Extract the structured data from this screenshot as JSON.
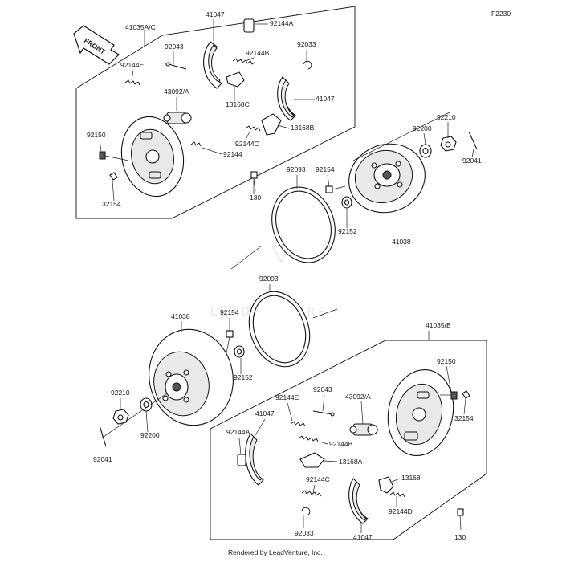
{
  "diagram_code": "F2230",
  "front_label": "FRONT",
  "footer": "Rendered by LeadVenture, Inc.",
  "watermark": "LEADVENTURE",
  "callouts": [
    {
      "id": "t41035AC",
      "text": "41035A/C"
    },
    {
      "id": "t41047a",
      "text": "41047"
    },
    {
      "id": "t92144A1",
      "text": "92144A"
    },
    {
      "id": "t92043a",
      "text": "92043"
    },
    {
      "id": "t92033a",
      "text": "92033"
    },
    {
      "id": "t92144E1",
      "text": "92144E"
    },
    {
      "id": "t92144B1",
      "text": "92144B"
    },
    {
      "id": "t43092A1",
      "text": "43092/A"
    },
    {
      "id": "t13168C",
      "text": "13168C"
    },
    {
      "id": "t41047b",
      "text": "41047"
    },
    {
      "id": "t13168B",
      "text": "13168B"
    },
    {
      "id": "t92144C1",
      "text": "92144C"
    },
    {
      "id": "t92144a",
      "text": "92144"
    },
    {
      "id": "t92150a",
      "text": "92150"
    },
    {
      "id": "t32154a",
      "text": "32154"
    },
    {
      "id": "t130a",
      "text": "130"
    },
    {
      "id": "t92210a",
      "text": "92210"
    },
    {
      "id": "t92200a",
      "text": "92200"
    },
    {
      "id": "t92041a",
      "text": "92041"
    },
    {
      "id": "t92093a",
      "text": "92093"
    },
    {
      "id": "t92154a",
      "text": "92154"
    },
    {
      "id": "t92152a",
      "text": "92152"
    },
    {
      "id": "t41038a",
      "text": "41038"
    },
    {
      "id": "t92093b",
      "text": "92093"
    },
    {
      "id": "t41038b",
      "text": "41038"
    },
    {
      "id": "t92154b",
      "text": "92154"
    },
    {
      "id": "t92152b",
      "text": "92152"
    },
    {
      "id": "t92210b",
      "text": "92210"
    },
    {
      "id": "t92200b",
      "text": "92200"
    },
    {
      "id": "t92041b",
      "text": "92041"
    },
    {
      "id": "t41035B",
      "text": "41035/B"
    },
    {
      "id": "t92150b",
      "text": "92150"
    },
    {
      "id": "t32154b",
      "text": "32154"
    },
    {
      "id": "t92144E2",
      "text": "92144E"
    },
    {
      "id": "t92043b",
      "text": "92043"
    },
    {
      "id": "t43092A2",
      "text": "43092/A"
    },
    {
      "id": "t41047c",
      "text": "41047"
    },
    {
      "id": "t92144A2",
      "text": "92144A"
    },
    {
      "id": "t92144B2",
      "text": "92144B"
    },
    {
      "id": "t13168A",
      "text": "13168A"
    },
    {
      "id": "t92144C2",
      "text": "92144C"
    },
    {
      "id": "t13168",
      "text": "13168"
    },
    {
      "id": "t92144D",
      "text": "92144D"
    },
    {
      "id": "t92033b",
      "text": "92033"
    },
    {
      "id": "t41047d",
      "text": "41047"
    },
    {
      "id": "t130b",
      "text": "130"
    }
  ]
}
